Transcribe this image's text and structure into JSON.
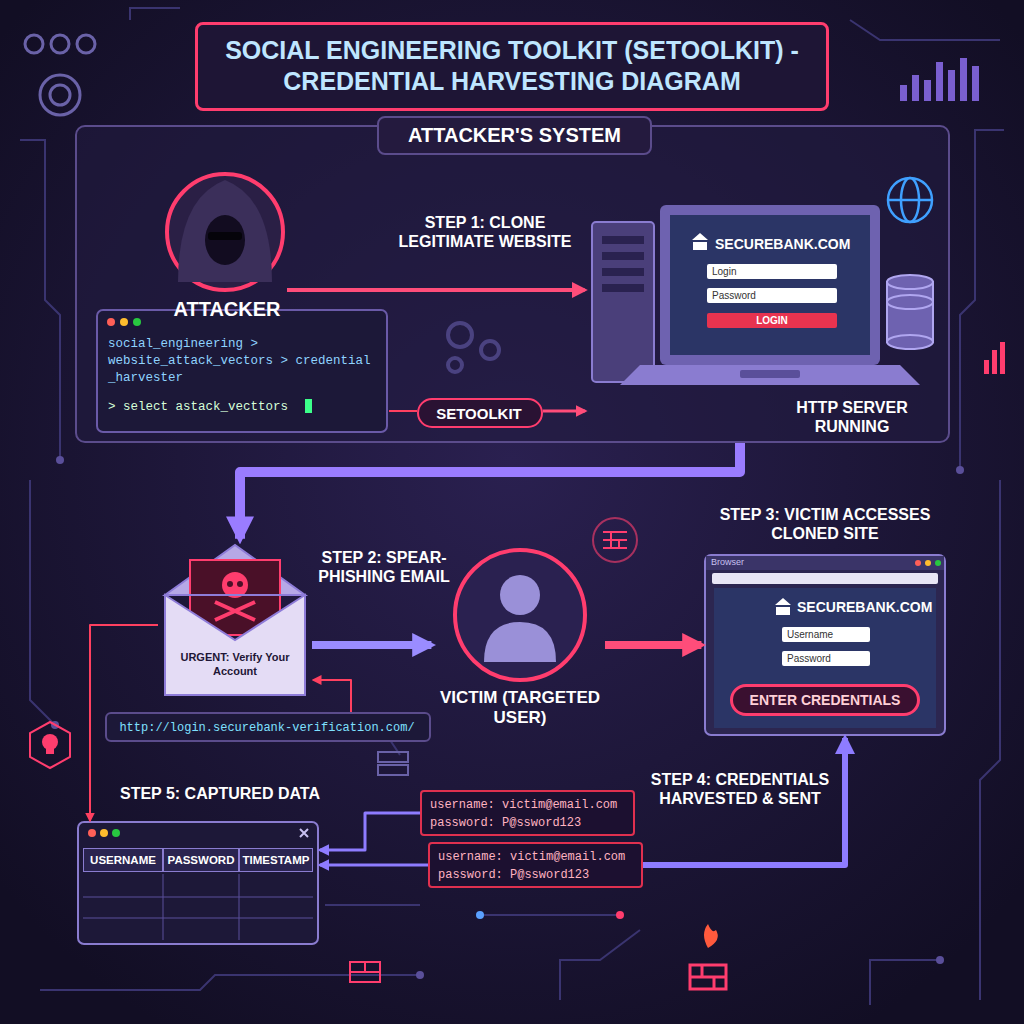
{
  "diagram": {
    "title": "SOCIAL ENGINEERING TOOLKIT (SETOOLKIT) - CREDENTIAL HARVESTING DIAGRAM",
    "nodes": [
      {
        "text": [
          "ATTACKER'S SYSTEM"
        ]
      },
      {
        "text": [
          "ATTACKER"
        ],
        "in": 0
      },
      {
        "text": [
          "social_engineering > website_attack_vectors > credential _harvester",
          "> select astack_vecttors"
        ],
        "in": 0
      },
      {
        "text": [
          "SETOOLKIT"
        ],
        "in": 0
      },
      {
        "text": [
          "SECUREBANK.COM",
          "Login",
          "Password",
          "LOGIN",
          "HTTP SERVER RUNNING"
        ],
        "in": 0
      },
      {
        "text": [
          "URGENT: Verify Your Account"
        ]
      },
      {
        "text": [
          "http://login.securebank-verification.com/"
        ]
      },
      {
        "text": [
          "VICTIM (TARGETED USER)"
        ]
      },
      {
        "text": [
          "Browser",
          "SECUREBANK.COM",
          "Username",
          "Password",
          "ENTER CREDENTIALS"
        ]
      },
      {
        "text": [
          "username: victim@email.com",
          "password: P@ssword123"
        ]
      },
      {
        "text": [
          "username: victim@email.com",
          "password: P@ssword123"
        ]
      },
      {
        "text": [
          "USERNAME",
          "PASSWORD",
          "TIMESTAMP"
        ]
      }
    ],
    "edges": [
      {
        "from": 1,
        "to": 4,
        "arrow": "to"
      },
      {
        "from": 2,
        "to": 3,
        "arrow": "none"
      },
      {
        "from": 3,
        "to": 4,
        "arrow": "to"
      },
      {
        "from": 4,
        "to": 5,
        "arrow": "to"
      },
      {
        "from": 6,
        "to": 5,
        "arrow": "to"
      },
      {
        "from": 5,
        "to": 7,
        "arrow": "to"
      },
      {
        "from": 7,
        "to": 8,
        "arrow": "to"
      },
      {
        "from": 10,
        "to": 8,
        "arrow": "to"
      },
      {
        "from": 9,
        "to": 11,
        "arrow": "to"
      },
      {
        "from": 10,
        "to": 11,
        "arrow": "to"
      },
      {
        "from": 5,
        "to": 11,
        "arrow": "to"
      }
    ],
    "labels": [
      "STEP 1: CLONE LEGITIMATE WEBSITE",
      "STEP 2: SPEAR-PHISHING EMAIL",
      "STEP 3: VICTIM ACCESSES CLONED SITE",
      "STEP 4: CREDENTIALS HARVESTED & SENT",
      "STEP 5: CAPTURED DATA"
    ]
  }
}
